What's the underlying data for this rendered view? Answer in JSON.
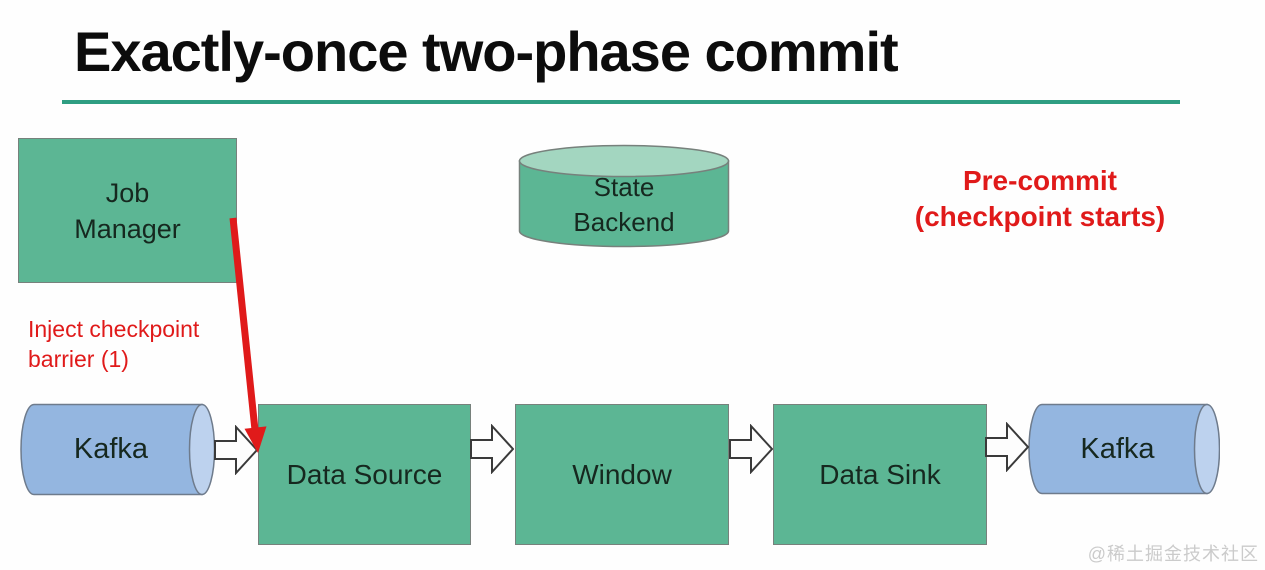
{
  "title": "Exactly-once two-phase commit",
  "nodes": {
    "job_manager": {
      "line1": "Job",
      "line2": "Manager"
    },
    "state_backend": {
      "line1": "State",
      "line2": "Backend"
    },
    "kafka_source": {
      "label": "Kafka"
    },
    "data_source": {
      "label": "Data Source"
    },
    "window": {
      "label": "Window"
    },
    "data_sink": {
      "label": "Data Sink"
    },
    "kafka_sink": {
      "label": "Kafka"
    }
  },
  "annotations": {
    "inject_barrier": {
      "line1": "Inject checkpoint",
      "line2": "barrier (1)"
    },
    "pre_commit": {
      "line1": "Pre-commit",
      "line2": "(checkpoint starts)"
    }
  },
  "watermark": "@稀土掘金技术社区",
  "colors": {
    "green": "#5cb694",
    "green_light": "#a3d6c0",
    "blue": "#94b6e0",
    "blue_light": "#bdd2ee",
    "red": "#e01a1a",
    "underline": "#2f9e82",
    "box_border": "#77817c",
    "node_text": "#16281f"
  }
}
